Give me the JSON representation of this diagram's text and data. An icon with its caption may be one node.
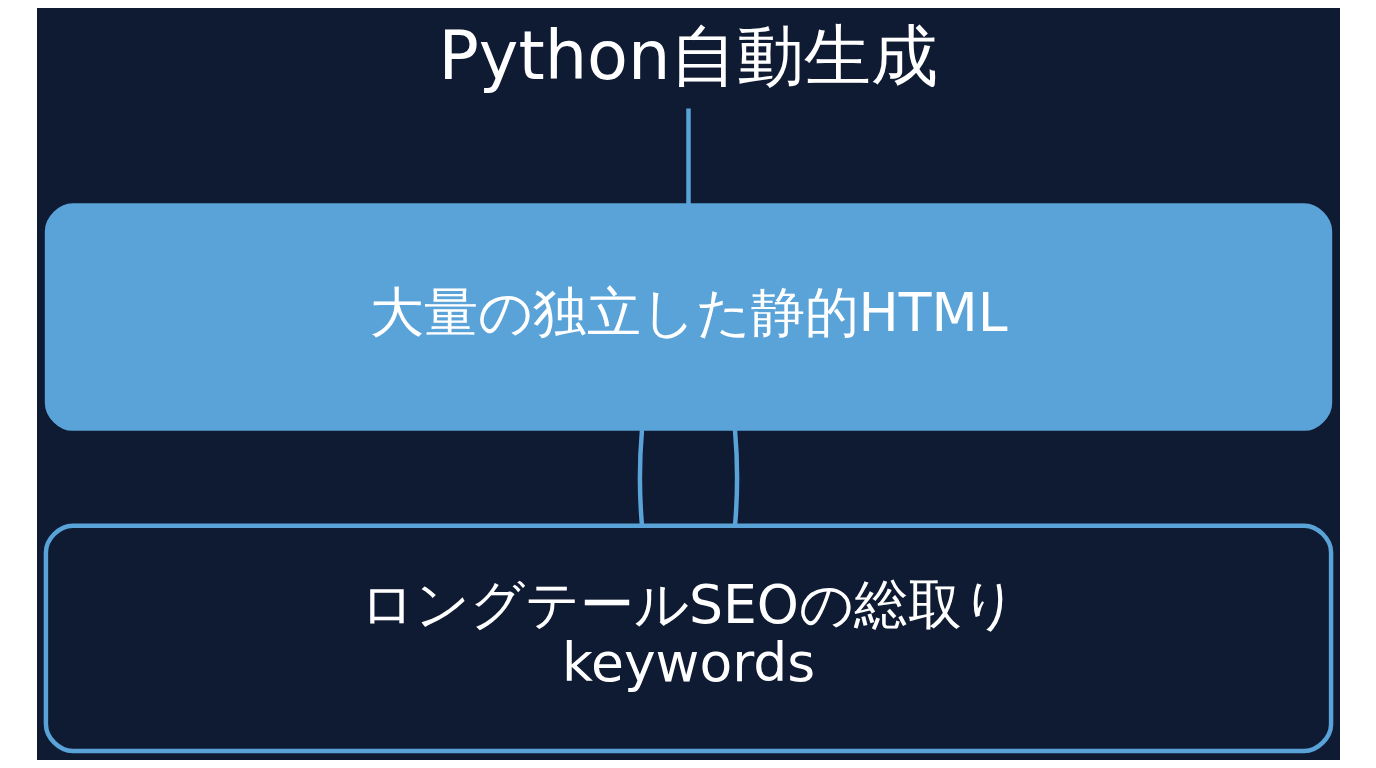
{
  "diagram": {
    "nodes": [
      {
        "text": [
          "Python自動生成"
        ]
      },
      {
        "text": [
          "大量の独立した静的HTML"
        ]
      },
      {
        "text": [
          "ロングテールSEOの総取り",
          "keywords"
        ]
      }
    ],
    "edges": [
      {
        "from": 0,
        "to": 1,
        "arrow": "none"
      },
      {
        "from": 1,
        "to": 2,
        "arrow": "none"
      },
      {
        "from": 1,
        "to": 2,
        "arrow": "none"
      }
    ]
  }
}
